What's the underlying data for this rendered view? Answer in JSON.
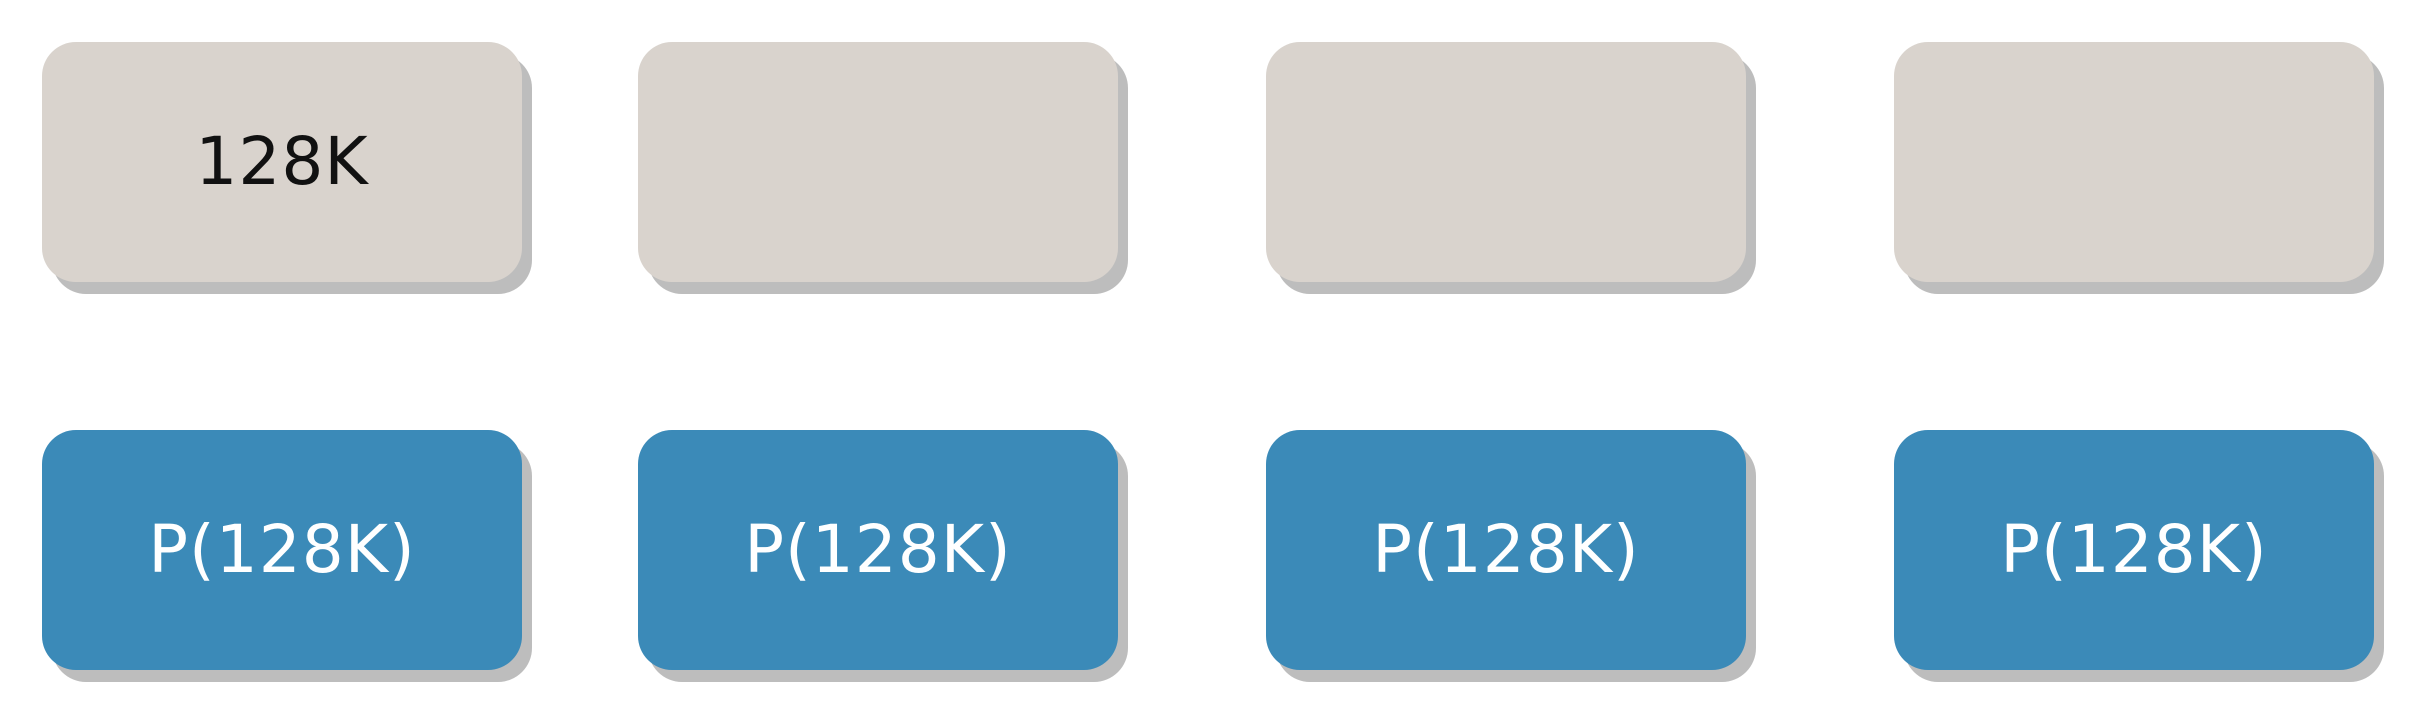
{
  "top_row": {
    "boxes": [
      {
        "label": "128K"
      },
      {
        "label": ""
      },
      {
        "label": ""
      },
      {
        "label": ""
      }
    ]
  },
  "bottom_row": {
    "boxes": [
      {
        "label": "P(128K)"
      },
      {
        "label": "P(128K)"
      },
      {
        "label": "P(128K)"
      },
      {
        "label": "P(128K)"
      }
    ]
  },
  "colors": {
    "gray_box": "#d9d3cd",
    "blue_box": "#3b8ab8",
    "shadow": "#bdbdbd"
  }
}
